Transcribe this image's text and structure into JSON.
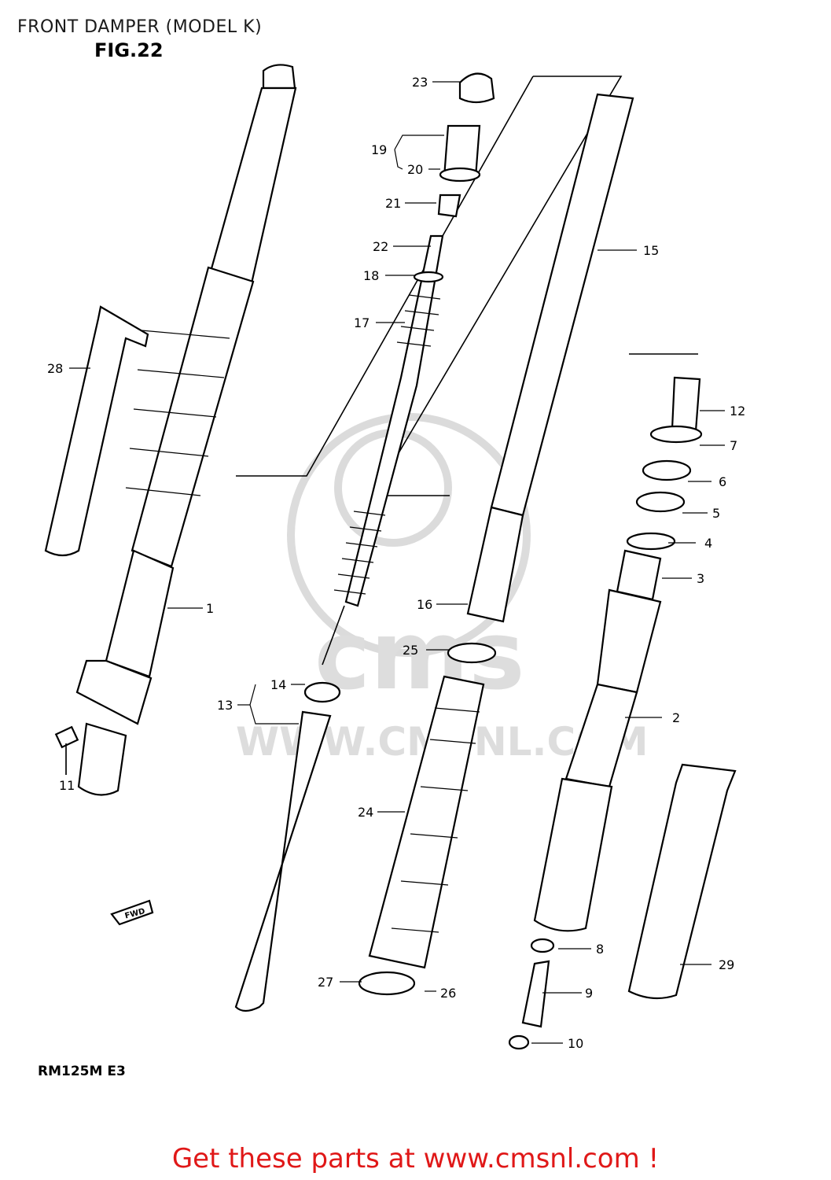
{
  "header": {
    "title": "FRONT DAMPER (MODEL K)",
    "figure": "FIG.22"
  },
  "footer": {
    "model_code": "RM125M E3",
    "cta": "Get these parts at www.cmsnl.com !"
  },
  "watermark": {
    "brand": "cms",
    "url": "WWW.CMSNL.COM"
  },
  "direction_marker": "FWD",
  "callouts": [
    {
      "id": "1",
      "label": "1"
    },
    {
      "id": "2",
      "label": "2"
    },
    {
      "id": "3",
      "label": "3"
    },
    {
      "id": "4",
      "label": "4"
    },
    {
      "id": "5",
      "label": "5"
    },
    {
      "id": "6",
      "label": "6"
    },
    {
      "id": "7",
      "label": "7"
    },
    {
      "id": "8",
      "label": "8"
    },
    {
      "id": "9",
      "label": "9"
    },
    {
      "id": "10",
      "label": "10"
    },
    {
      "id": "11",
      "label": "11"
    },
    {
      "id": "12",
      "label": "12"
    },
    {
      "id": "13",
      "label": "13"
    },
    {
      "id": "14",
      "label": "14"
    },
    {
      "id": "15",
      "label": "15"
    },
    {
      "id": "16",
      "label": "16"
    },
    {
      "id": "17",
      "label": "17"
    },
    {
      "id": "18",
      "label": "18"
    },
    {
      "id": "19",
      "label": "19"
    },
    {
      "id": "20",
      "label": "20"
    },
    {
      "id": "21",
      "label": "21"
    },
    {
      "id": "22",
      "label": "22"
    },
    {
      "id": "23",
      "label": "23"
    },
    {
      "id": "24",
      "label": "24"
    },
    {
      "id": "25",
      "label": "25"
    },
    {
      "id": "26",
      "label": "26"
    },
    {
      "id": "27",
      "label": "27"
    },
    {
      "id": "28",
      "label": "28"
    },
    {
      "id": "29",
      "label": "29"
    }
  ],
  "colors": {
    "ink": "#000000",
    "cta": "#e01818",
    "watermark": "#d8d8d8",
    "background": "#ffffff"
  }
}
